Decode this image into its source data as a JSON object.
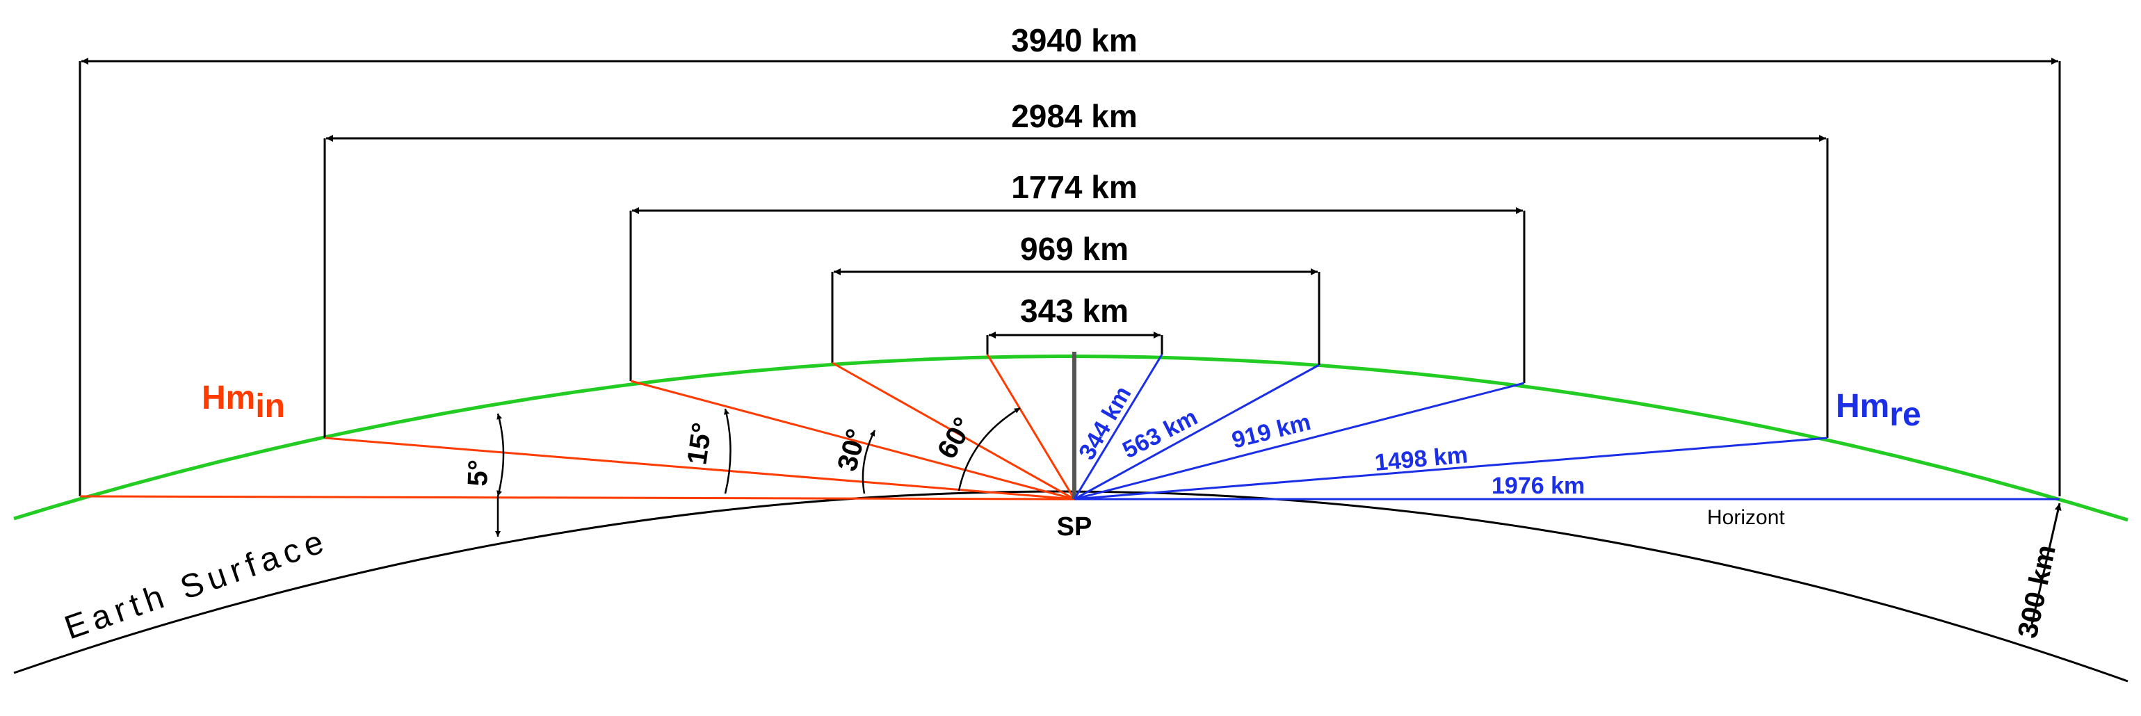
{
  "dimensions": {
    "d3940": "3940 km",
    "d2984": "2984 km",
    "d1774": "1774 km",
    "d969": "969 km",
    "d343": "343 km"
  },
  "angles": {
    "a5": "5°",
    "a15": "15°",
    "a30": "30°",
    "a60": "60°"
  },
  "ranges": {
    "r344": "344 km",
    "r563": "563 km",
    "r919": "919 km",
    "r1498": "1498 km",
    "r1976": "1976 km"
  },
  "labels": {
    "hm_in_main": "Hm",
    "hm_in_sub": "in",
    "hm_re_main": "Hm",
    "hm_re_sub": "re",
    "sp": "SP",
    "horizont": "Horizont",
    "earth_surface": "Earth Surface",
    "altitude": "300 km"
  },
  "colors": {
    "incoming": "#ff3b00",
    "reflected": "#1a2fe6",
    "mesosphere_arc": "#22cc22",
    "earth": "#000000"
  }
}
